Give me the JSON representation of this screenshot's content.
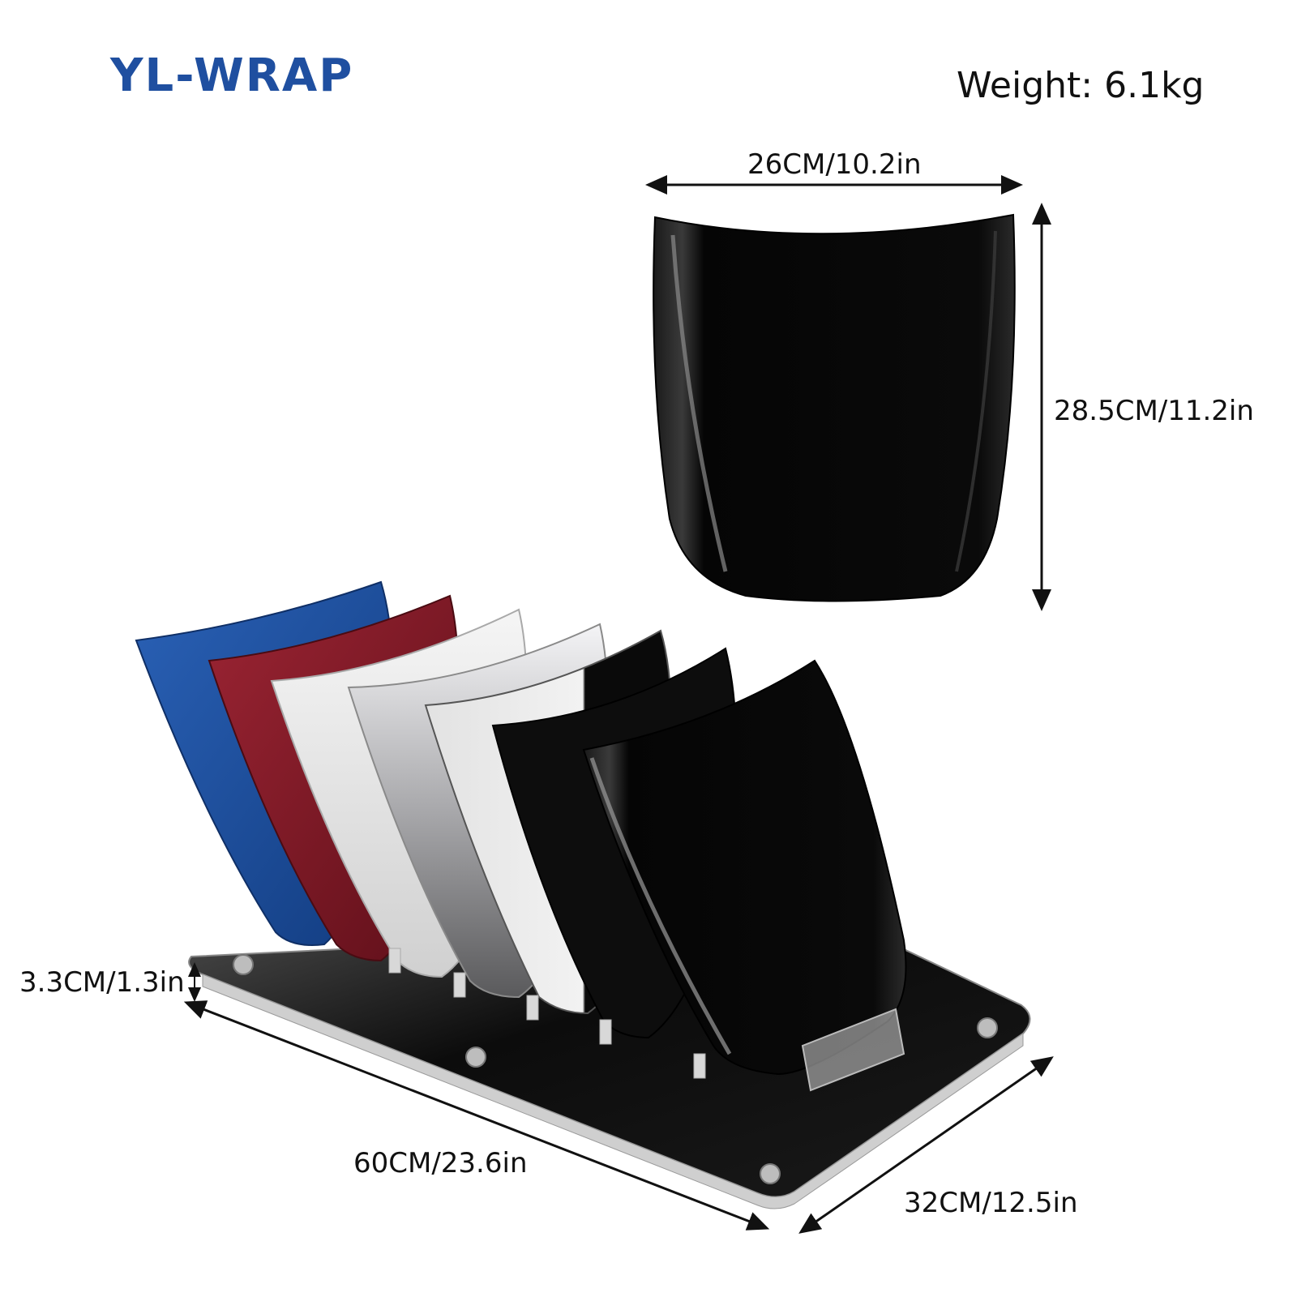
{
  "brand": {
    "name": "YL-WRAP"
  },
  "specs": {
    "weight": "Weight:  6.1kg",
    "single_panel": {
      "width": "26CM/10.2in",
      "height": "28.5CM/11.2in"
    },
    "stand": {
      "thickness": "3.3CM/1.3in",
      "length": "60CM/23.6in",
      "depth": "32CM/12.5in"
    }
  },
  "colors": {
    "brand_blue": "#1f4fa0",
    "panels": [
      "#1d4f9b",
      "#7f1824",
      "#e6e6e6",
      "#cfcfd1",
      "#f0f0f0",
      "#0b0b0b",
      "#141414"
    ]
  },
  "panel_count": 7
}
